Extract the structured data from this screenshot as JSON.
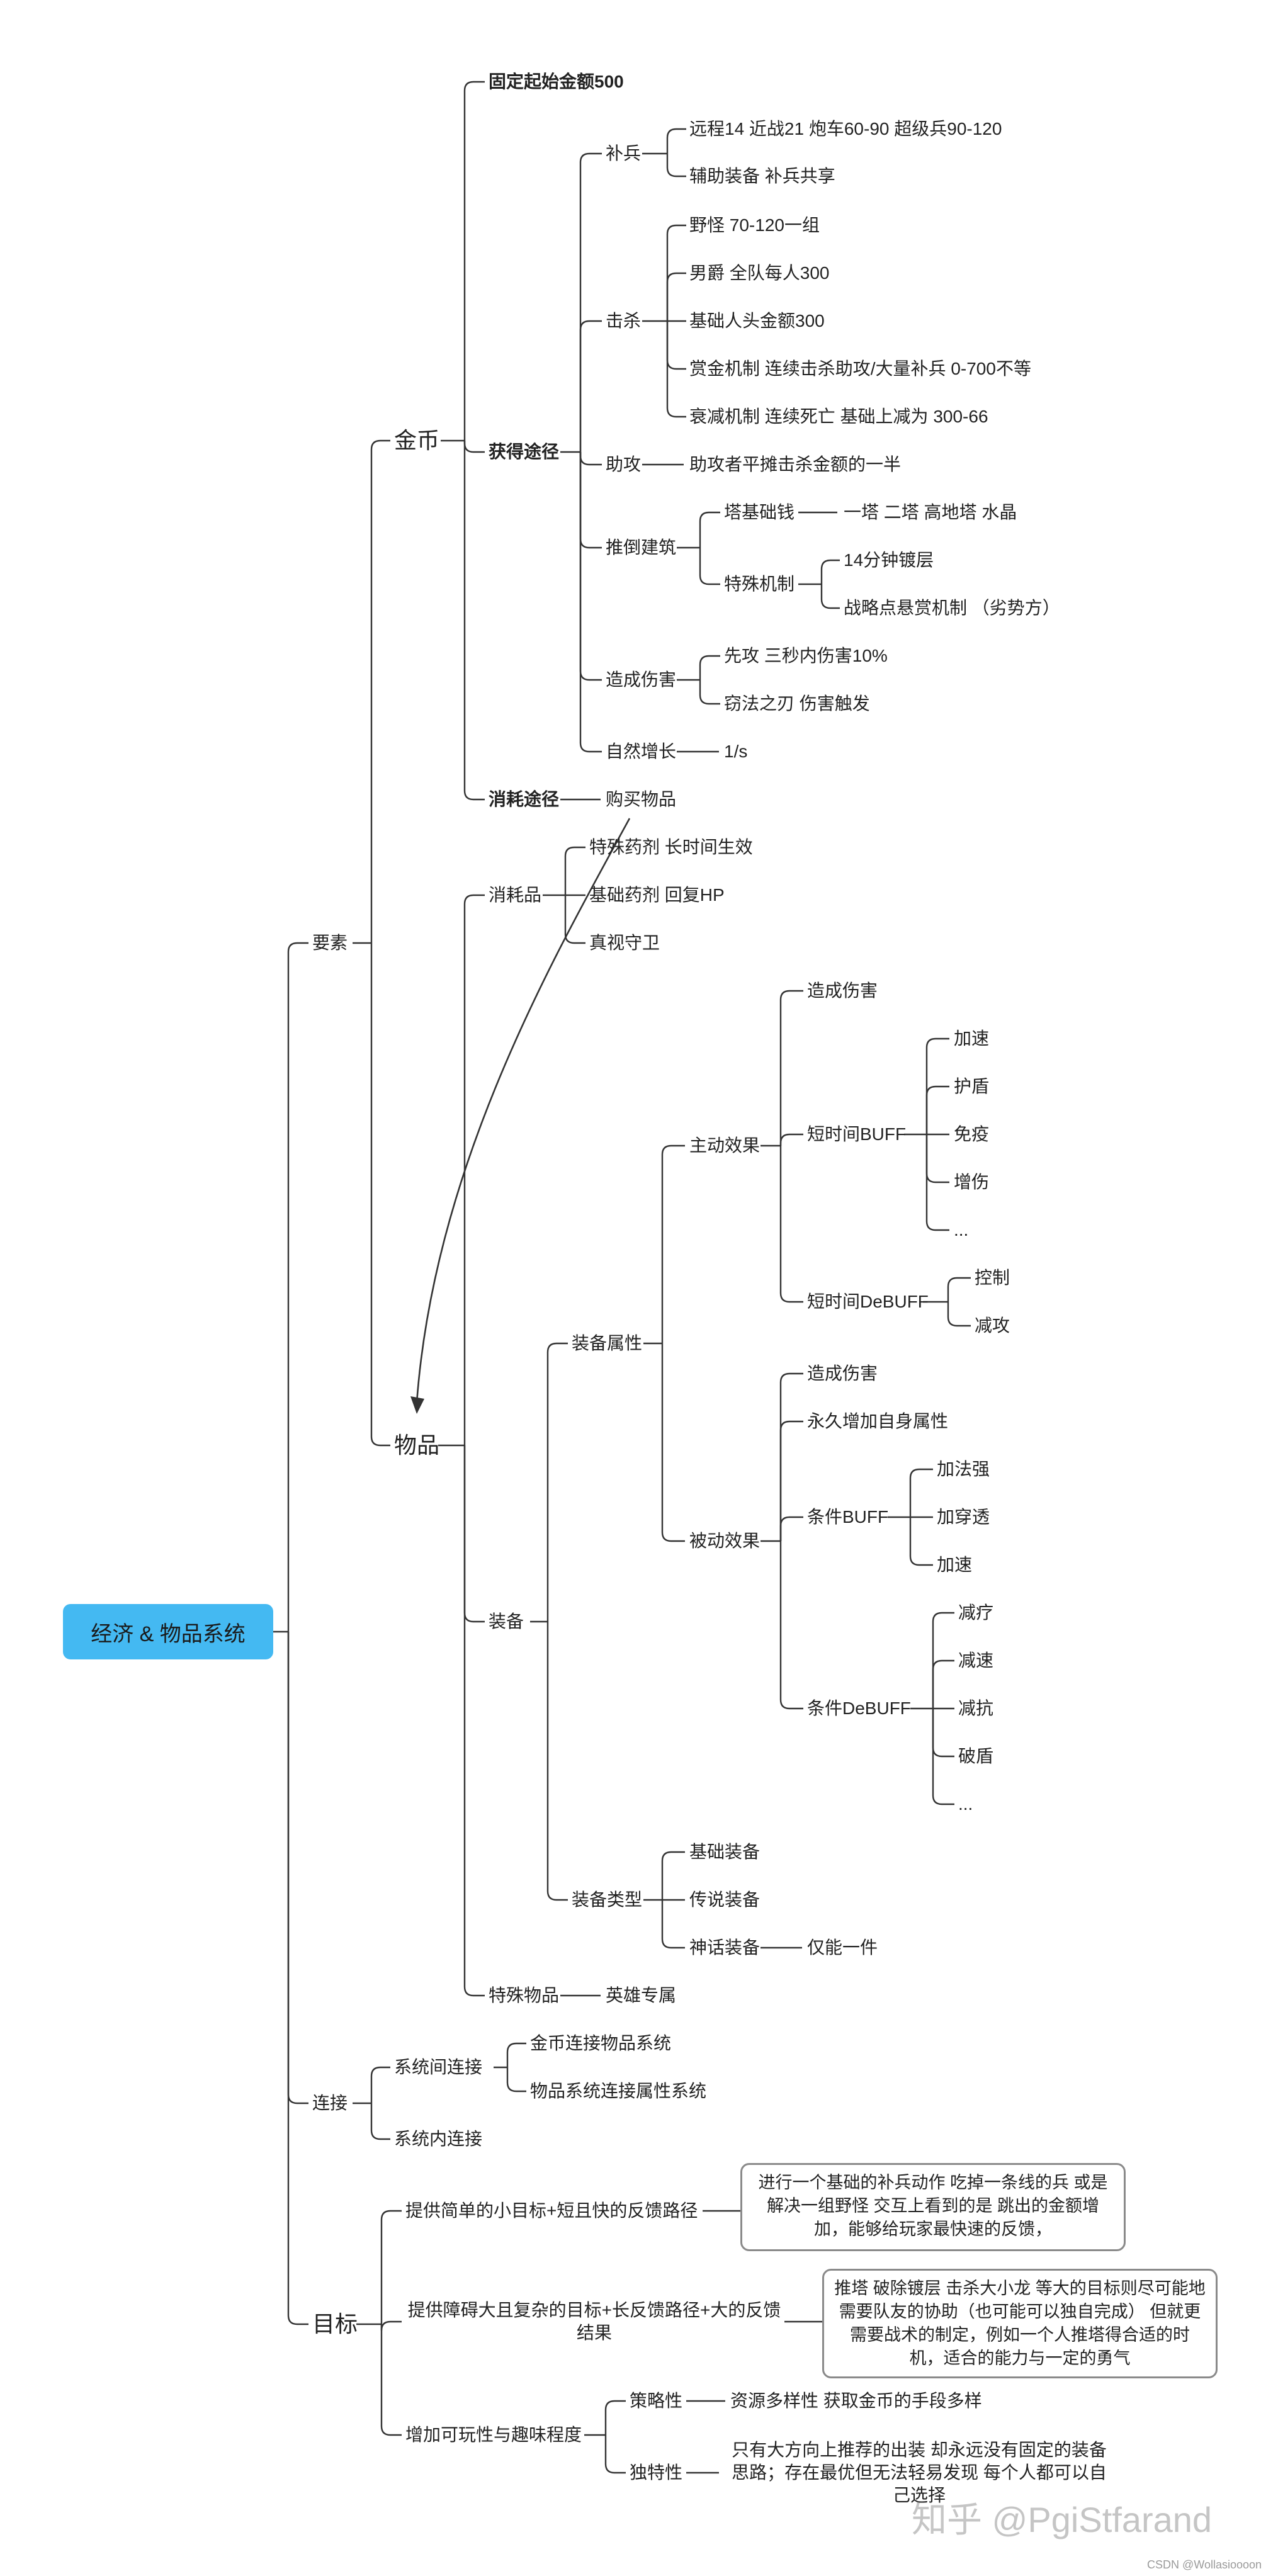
{
  "colors": {
    "line": "#333333",
    "root_fill": "#44b9f2",
    "text": "#222222",
    "note_border": "#8a8a8a"
  },
  "root": "经济 & 物品系统",
  "elements": {
    "label": "要素",
    "gold": {
      "label": "金币",
      "fixed_start": "固定起始金额500",
      "acquire": {
        "label": "获得途径",
        "last_hit": {
          "label": "补兵",
          "items": [
            "远程14 近战21 炮车60-90 超级兵90-120",
            "辅助装备 补兵共享"
          ]
        },
        "kill": {
          "label": "击杀",
          "items": [
            "野怪 70-120一组",
            "男爵 全队每人300",
            "基础人头金额300",
            "赏金机制 连续击杀助攻/大量补兵 0-700不等",
            "衰减机制 连续死亡  基础上减为  300-66"
          ]
        },
        "assist": {
          "label": "助攻",
          "value": "助攻者平摊击杀金额的一半"
        },
        "towers": {
          "label": "推倒建筑",
          "base": {
            "label": "塔基础钱",
            "value": "一塔 二塔 高地塔 水晶"
          },
          "special": {
            "label": "特殊机制",
            "items": [
              "14分钟镀层",
              "战略点悬赏机制 （劣势方）"
            ]
          }
        },
        "damage": {
          "label": "造成伤害",
          "items": [
            "先攻 三秒内伤害10%",
            "窃法之刃 伤害触发"
          ]
        },
        "passive": {
          "label": "自然增长",
          "value": "1/s"
        }
      },
      "spend": {
        "label": "消耗途径",
        "value": "购买物品"
      }
    },
    "items": {
      "label": "物品",
      "consumables": {
        "label": "消耗品",
        "items": [
          "特殊药剂 长时间生效",
          "基础药剂 回复HP",
          "真视守卫"
        ]
      },
      "equipment": {
        "label": "装备",
        "attributes": {
          "label": "装备属性",
          "active": {
            "label": "主动效果",
            "damage": "造成伤害",
            "buff": {
              "label": "短时间BUFF",
              "items": [
                "加速",
                "护盾",
                "免疫",
                "增伤",
                "..."
              ]
            },
            "debuff": {
              "label": "短时间DeBUFF",
              "items": [
                "控制",
                "减攻"
              ]
            }
          },
          "passive": {
            "label": "被动效果",
            "damage": "造成伤害",
            "stats": "永久增加自身属性",
            "buff": {
              "label": "条件BUFF",
              "items": [
                "加法强",
                "加穿透",
                "加速"
              ]
            },
            "debuff": {
              "label": "条件DeBUFF",
              "items": [
                "减疗",
                "减速",
                "减抗",
                "破盾",
                "..."
              ]
            }
          }
        },
        "types": {
          "label": "装备类型",
          "basic": "基础装备",
          "legendary": "传说装备",
          "mythic": "神话装备",
          "mythic_note": "仅能一件"
        }
      },
      "special": {
        "label": "特殊物品",
        "value": "英雄专属"
      }
    }
  },
  "connections": {
    "label": "连接",
    "between": {
      "label": "系统间连接",
      "items": [
        "金币连接物品系统",
        "物品系统连接属性系统"
      ]
    },
    "within": "系统内连接"
  },
  "goals": {
    "label": "目标",
    "g1": {
      "label": "提供简单的小目标+短且快的反馈路径",
      "note": "进行一个基础的补兵动作 吃掉一条线的兵 或是解决一组野怪 交互上看到的是 跳出的金额增加，能够给玩家最快速的反馈，"
    },
    "g2": {
      "label": "提供障碍大且复杂的目标+长反馈路径+大的反馈结果",
      "note": "推塔 破除镀层 击杀大小龙 等大的目标则尽可能地需要队友的协助（也可能可以独自完成） 但就更需要战术的制定，例如一个人推塔得合适的时机，适合的能力与一定的勇气"
    },
    "g3": {
      "label": "增加可玩性与趣味程度",
      "strategy": {
        "label": "策略性",
        "value": "资源多样性 获取金币的手段多样"
      },
      "unique": {
        "label": "独特性",
        "value": "只有大方向上推荐的出装 却永远没有固定的装备思路；存在最优但无法轻易发现 每个人都可以自己选择"
      }
    }
  },
  "watermark": "知乎 @PgiStfarand",
  "credit": "CSDN @Wollasioooon"
}
